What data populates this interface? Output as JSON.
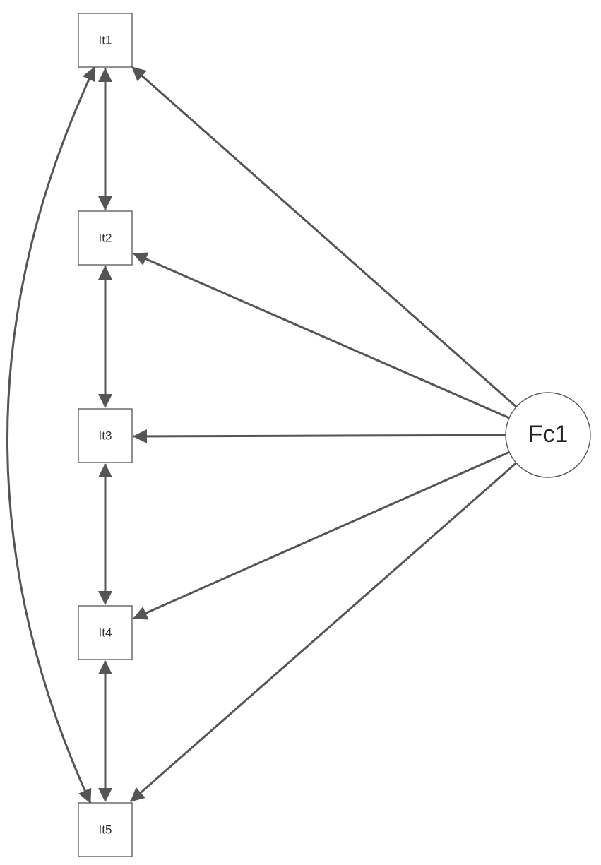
{
  "diagram": {
    "factor": {
      "id": "Fc1",
      "label": "Fc1"
    },
    "items": [
      {
        "id": "It1",
        "label": "It1"
      },
      {
        "id": "It2",
        "label": "It2"
      },
      {
        "id": "It3",
        "label": "It3"
      },
      {
        "id": "It4",
        "label": "It4"
      },
      {
        "id": "It5",
        "label": "It5"
      }
    ],
    "loadings": [
      {
        "from": "Fc1",
        "to": "It1"
      },
      {
        "from": "Fc1",
        "to": "It2"
      },
      {
        "from": "Fc1",
        "to": "It3"
      },
      {
        "from": "Fc1",
        "to": "It4"
      },
      {
        "from": "Fc1",
        "to": "It5"
      }
    ],
    "covariances": [
      {
        "a": "It1",
        "b": "It2"
      },
      {
        "a": "It2",
        "b": "It3"
      },
      {
        "a": "It3",
        "b": "It4"
      },
      {
        "a": "It4",
        "b": "It5"
      },
      {
        "a": "It1",
        "b": "It5"
      }
    ],
    "colors": {
      "edge": "#555555",
      "node_stroke": "#555555",
      "background": "#ffffff"
    }
  }
}
